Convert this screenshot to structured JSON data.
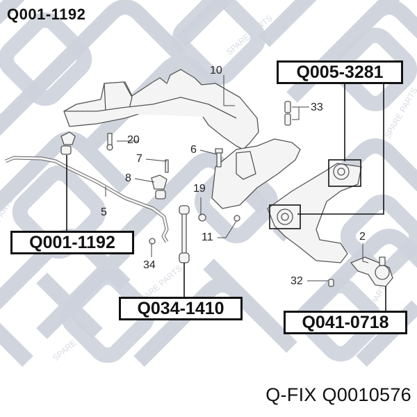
{
  "header": {
    "title": "Q001-1192"
  },
  "footer": {
    "brand_part": "Q-FIX Q0010576"
  },
  "watermark": {
    "brand": "Q-FIX",
    "tagline": "SPARE PARTS",
    "color": "#c9ced8"
  },
  "part_labels": [
    {
      "id": "label-q005",
      "text": "Q005-3281"
    },
    {
      "id": "label-q001",
      "text": "Q001-1192"
    },
    {
      "id": "label-q034",
      "text": "Q034-1410"
    },
    {
      "id": "label-q041",
      "text": "Q041-0718"
    }
  ],
  "callouts": [
    {
      "num": "10"
    },
    {
      "num": "33"
    },
    {
      "num": "20"
    },
    {
      "num": "6"
    },
    {
      "num": "7"
    },
    {
      "num": "8"
    },
    {
      "num": "19"
    },
    {
      "num": "5"
    },
    {
      "num": "11"
    },
    {
      "num": "34"
    },
    {
      "num": "2"
    },
    {
      "num": "32"
    }
  ],
  "colors": {
    "line": "#111111",
    "drawing": "#555555",
    "background": "#ffffff"
  }
}
